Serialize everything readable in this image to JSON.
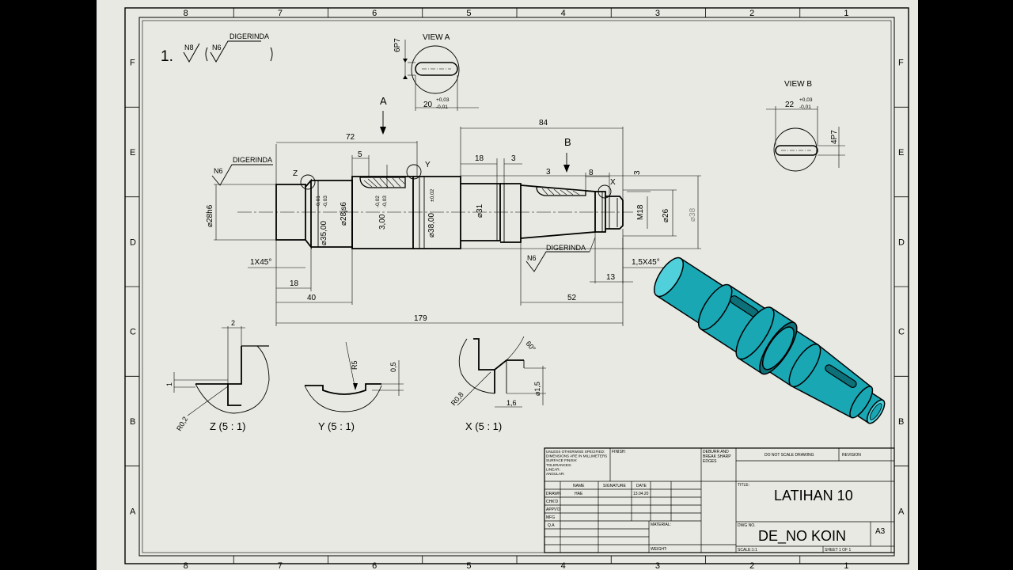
{
  "frame": {
    "zones_top": [
      "8",
      "7",
      "6",
      "5",
      "4",
      "3",
      "2",
      "1"
    ],
    "zones_side": [
      "F",
      "E",
      "D",
      "C",
      "B",
      "A"
    ]
  },
  "notes": {
    "item_number": "1.",
    "finish_1": "N8",
    "finish_2": "N6",
    "finish_note": "DIGERINDA"
  },
  "views": {
    "view_a": "VIEW A",
    "view_b": "VIEW B",
    "arrow_a": "A",
    "arrow_b": "B",
    "detail_z": "Z  (5 : 1)",
    "detail_y": "Y  (5 : 1)",
    "detail_x": "X  (5 : 1)",
    "mark_z": "Z",
    "mark_y": "Y",
    "mark_x": "X"
  },
  "dimensions": {
    "d72": "72",
    "d84": "84",
    "d5": "5",
    "d18a": "18",
    "d3a": "3",
    "d3b": "3",
    "d8": "8",
    "d3c": "3",
    "d179": "179",
    "d40": "40",
    "d18b": "18",
    "d52": "52",
    "d13": "13",
    "chamfer_left": "1X45°",
    "chamfer_right": "1,5X45°",
    "dia_28h6": "⌀28h6",
    "dia_35": "⌀35,00",
    "dia_35_tol_top": "-0,01",
    "dia_35_tol_bot": "-0,03",
    "dia_28js6": "⌀28js6",
    "key_depth": "3,00",
    "key_depth_tol_top": "-0,02",
    "key_depth_tol_bot": "-0,03",
    "dia_38": "⌀38,00",
    "dia_38_tol": "±0,02",
    "dia_31": "⌀31",
    "dia_26": "⌀26",
    "m18": "M18",
    "dia_38_ref": "⌀38",
    "view_a_width": "6P7",
    "view_a_len": "20",
    "view_a_tol_top": "+0,03",
    "view_a_tol_bot": "-0,01",
    "view_b_width": "4P7",
    "view_b_len": "22",
    "view_b_tol_top": "+0,03",
    "view_b_tol_bot": "-0,01",
    "z_2": "2",
    "z_1": "1",
    "z_r": "R0,2",
    "y_r": "R5",
    "y_05": "0,5",
    "x_60": "60°",
    "x_r": "R0,8",
    "x_16": "1,6",
    "x_15": "⌀1,5",
    "finish_left": "N6",
    "finish_left_note": "DIGERINDA",
    "finish_right": "N6",
    "finish_right_note": "DIGERINDA"
  },
  "title_block": {
    "general_notes": [
      "UNLESS OTHERWISE SPECIFIED:",
      "DIMENSIONS ARE IN MILLIMETERS",
      "SURFACE FINISH:",
      "TOLERANCES:",
      "  LINEAR:",
      "  ANGULAR:"
    ],
    "finish": "FINISH:",
    "deburr": [
      "DEBURR AND",
      "BREAK SHARP",
      "EDGES"
    ],
    "do_not_scale": "DO NOT SCALE DRAWING",
    "revision": "REVISION",
    "col_name": "NAME",
    "col_signature": "SIGNATURE",
    "col_date": "DATE",
    "rows": [
      "DRAWN",
      "CHK'D",
      "APPV'D",
      "MFG",
      "Q.A"
    ],
    "drawn_name": "HAE",
    "drawn_date": "13.04.20",
    "title_label": "TITLE:",
    "title": "LATIHAN 10",
    "material_label": "MATERIAL:",
    "dwg_label": "DWG NO.",
    "dwg_no": "DE_NO KOIN",
    "size": "A3",
    "weight_label": "WEIGHT:",
    "scale_label": "SCALE:1:1",
    "sheet_label": "SHEET 1 OF 1"
  },
  "colors": {
    "paper": "#e9e9e3",
    "line": "#000000",
    "model": "#19a7b4",
    "model_dark": "#0d6f78",
    "model_light": "#4fd0da"
  }
}
